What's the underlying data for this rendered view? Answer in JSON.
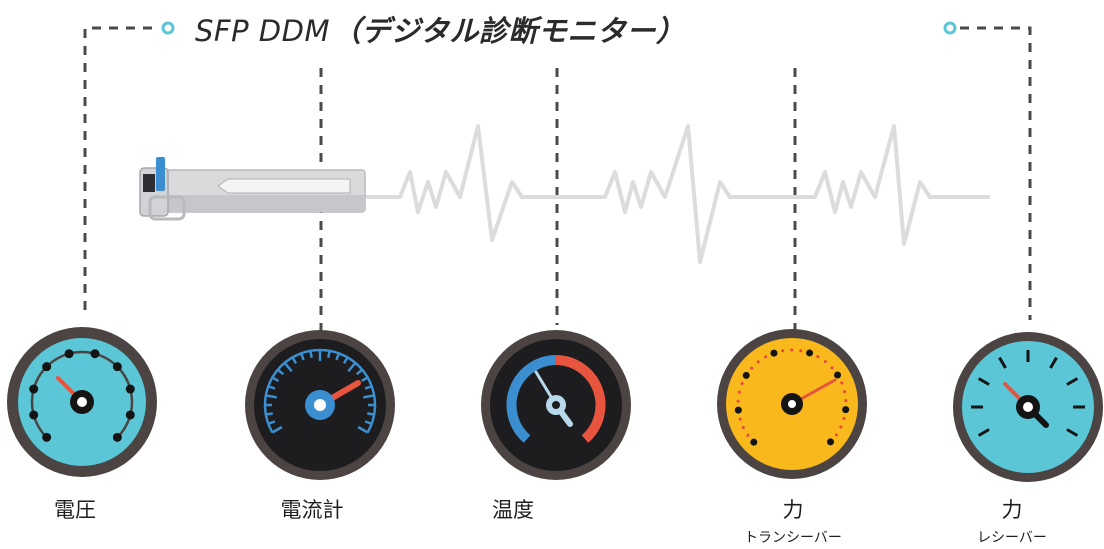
{
  "title": {
    "main": "SFP DDM",
    "sub": "（デジタル診断モニター）"
  },
  "gauges": [
    {
      "label": "電圧",
      "sublabel": "",
      "face": "#5bc6d6",
      "level": 0.35
    },
    {
      "label": "電流計",
      "sublabel": "",
      "face": "#1d1d1f",
      "level": 0.75
    },
    {
      "label": "温度",
      "sublabel": "",
      "face": "#1d1d1f",
      "level": 0.42
    },
    {
      "label": "力",
      "sublabel": "トランシーバー",
      "face": "#f9b81b",
      "level": 0.72
    },
    {
      "label": "力",
      "sublabel": "レシーバー",
      "face": "#5bc6d6",
      "level": 0.38
    }
  ],
  "colors": {
    "rim": "#4b4443",
    "line": "#4a4a4a",
    "wave": "#dcdcdc",
    "accent_red": "#e8553f",
    "accent_blue": "#3b8fd0",
    "module_silver": "#cfd0d2"
  },
  "icons": [
    "sfp-module-icon",
    "signal-wave-icon",
    "gauge-icon"
  ]
}
